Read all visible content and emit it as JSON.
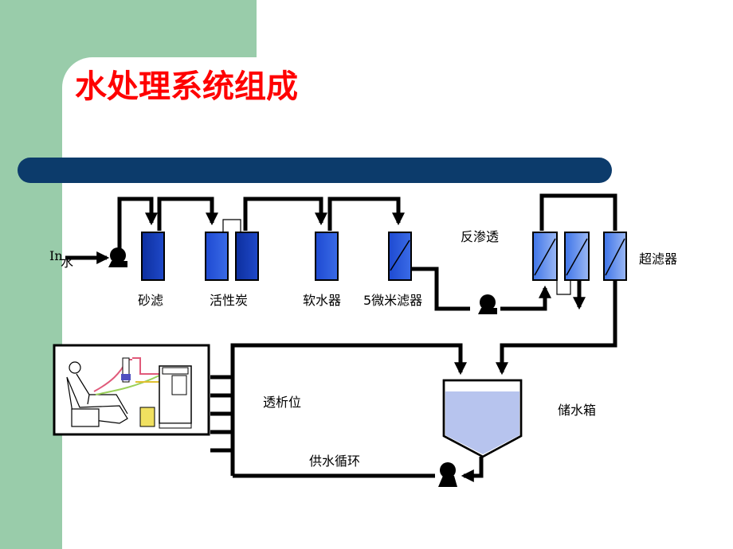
{
  "slide": {
    "title": "水处理系统组成",
    "colors": {
      "title": "#ff0000",
      "side_panel": "#99ccaa",
      "banner": "#0c3b6b",
      "tank_water": "#b7c4ee",
      "filter_blue": "#1540c8"
    }
  },
  "diagram": {
    "inlet_label": "In",
    "inlet_water": "水",
    "sand_filter": "砂滤",
    "carbon_filter": "活性炭",
    "softener": "软水器",
    "micron_filter": "5微米滤器",
    "reverse_osmosis": "反渗透",
    "ultrafilter": "超滤器",
    "storage_tank": "储水箱",
    "dialysis_station": "透析位",
    "supply_loop": "供水循环"
  }
}
